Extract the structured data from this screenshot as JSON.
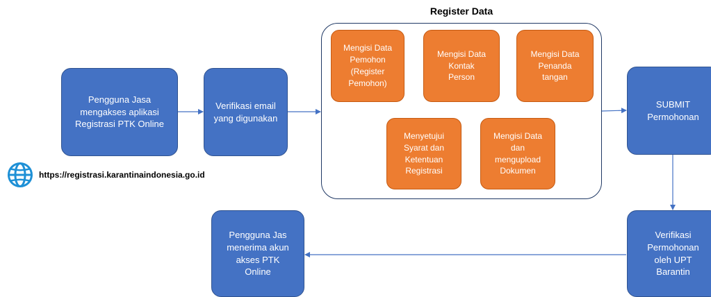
{
  "colors": {
    "process_fill": "#4472c4",
    "process_border": "#2f528f",
    "substep_fill": "#ed7d31",
    "substep_border": "#c55a11",
    "connector": "#4472c4",
    "panel_border": "#1f3864"
  },
  "register_data": {
    "title": "Register Data",
    "steps": [
      "Mengisi Data\nPemohon\n(Register\nPemohon)",
      "Mengisi Data\nKontak\nPerson",
      "Mengisi Data\nPenanda\ntangan",
      "Menyetujui\nSyarat dan\nKetentuan\nRegistrasi",
      "Mengisi Data\ndan\nmengupload\nDokumen"
    ]
  },
  "flow": {
    "user_access": "Pengguna Jasa\nmengakses aplikasi\nRegistrasi PTK Online",
    "email_verification": "Verifikasi email\nyang digunakan",
    "submit": "SUBMIT\nPermohonan",
    "upt_verification": "Verifikasi\nPermohonan\noleh UPT\nBarantin",
    "account_received": "Pengguna Jas\nmenerima akun\nakses PTK\nOnline"
  },
  "link": {
    "icon": "globe-icon",
    "url": "https://registrasi.karantinaindonesia.go.id"
  }
}
